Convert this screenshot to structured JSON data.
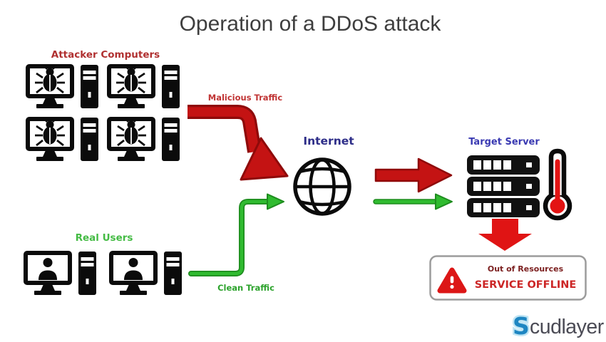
{
  "title": "Operation of a DDoS attack",
  "groups": {
    "attackers": {
      "label": "Attacker Computers",
      "computer_count": 4,
      "icon": "computer-with-bug-icon",
      "label_color": "#b03030"
    },
    "real_users": {
      "label": "Real Users",
      "computer_count": 2,
      "icon": "computer-with-person-icon",
      "label_color": "#44bb44"
    },
    "internet": {
      "label": "Internet",
      "icon": "globe-icon",
      "label_color": "#2d2d88"
    },
    "target_server": {
      "label": "Target Server",
      "icons": [
        "server-rack-icon",
        "thermometer-icon"
      ],
      "label_color": "#3a3ab2",
      "server_unit_count": 3
    }
  },
  "flows": {
    "malicious": {
      "label": "Malicious Traffic",
      "color": "#c41313",
      "label_color": "#c03434"
    },
    "clean": {
      "label": "Clean Traffic",
      "color": "#2fbb2f",
      "label_color": "#2da32d"
    }
  },
  "status_box": {
    "icon": "warning-triangle-icon",
    "line1": "Out of Resources",
    "line2": "SERVICE OFFLINE",
    "line1_color": "#7c2020",
    "line2_color": "#cc2626"
  },
  "logo": {
    "mark": "S",
    "text": "cudlayer",
    "mark_color": "#1e86c2",
    "text_color": "#4b4b55"
  }
}
